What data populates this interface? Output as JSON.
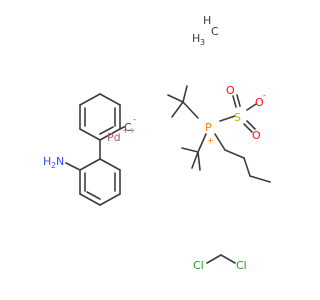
{
  "colors": {
    "background": "#ffffff",
    "bond": "#3c3c3c",
    "carbon": "#3c3c3c",
    "nitrogen": "#3050f8",
    "phosphorus": "#ff8000",
    "sulfur": "#c8b400",
    "oxygen": "#ff0d0d",
    "chlorine": "#1fa01f",
    "palladium": "#b05a8a"
  },
  "labels": {
    "methane_h": "H",
    "methane_c": "C",
    "methane_h3": "H",
    "methane_h3_sub": "3",
    "carbanion": "C",
    "carbanion_charge": "-",
    "pd": "Pd",
    "pd_charge": "++",
    "amine_h": "H",
    "amine_h_sub": "2",
    "amine_n": "N",
    "phosphorus": "P",
    "phosphorus_charge": "+",
    "sulfur": "S",
    "oxygen_top": "O",
    "oxygen_right": "O",
    "oxygen_charge": "-",
    "oxygen_bottom": "O",
    "chlorine_left": "Cl",
    "chlorine_right": "Cl"
  }
}
